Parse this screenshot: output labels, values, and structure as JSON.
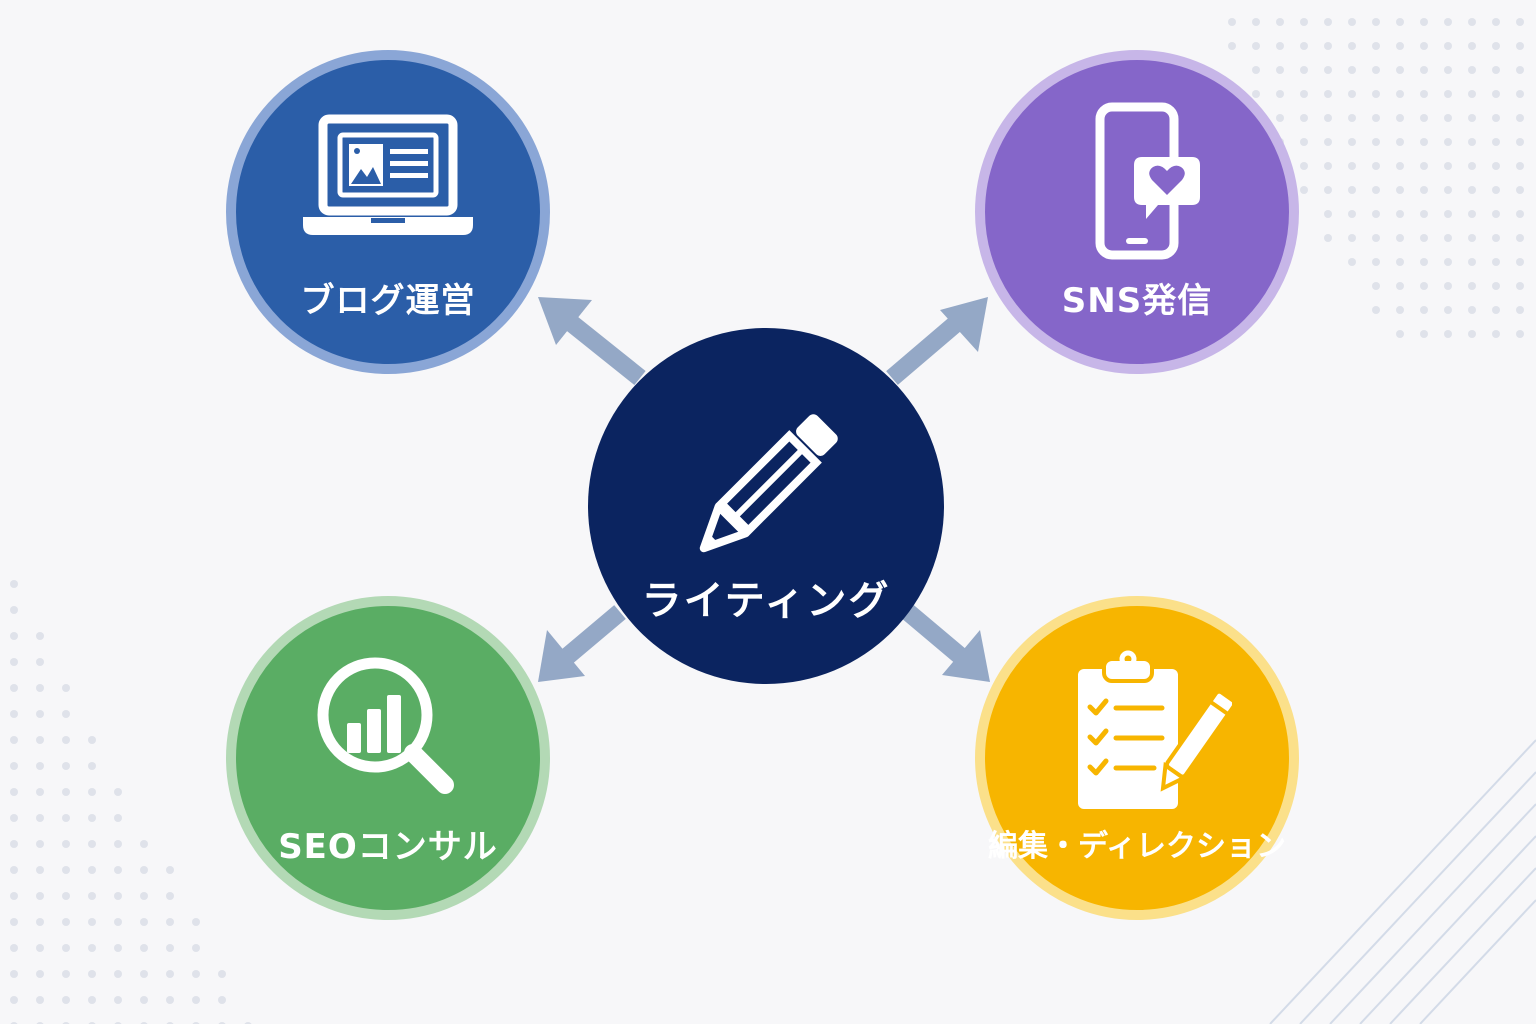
{
  "colors": {
    "background": "#f7f7f9",
    "center": "#0b2460",
    "blog": "#2b5ea8",
    "sns": "#8566c9",
    "seo": "#5aad64",
    "editing": "#f7b500",
    "arrow": "#94a8c6"
  },
  "center": {
    "label": "ライティング",
    "icon": "pencil-icon"
  },
  "nodes": [
    {
      "id": "blog",
      "label": "ブログ運営",
      "icon": "laptop-icon"
    },
    {
      "id": "sns",
      "label": "SNS発信",
      "icon": "smartphone-heart-icon"
    },
    {
      "id": "seo",
      "label": "SEOコンサル",
      "icon": "magnifier-chart-icon"
    },
    {
      "id": "editing",
      "label": "編集・ディレクション",
      "icon": "clipboard-checklist-icon"
    }
  ]
}
